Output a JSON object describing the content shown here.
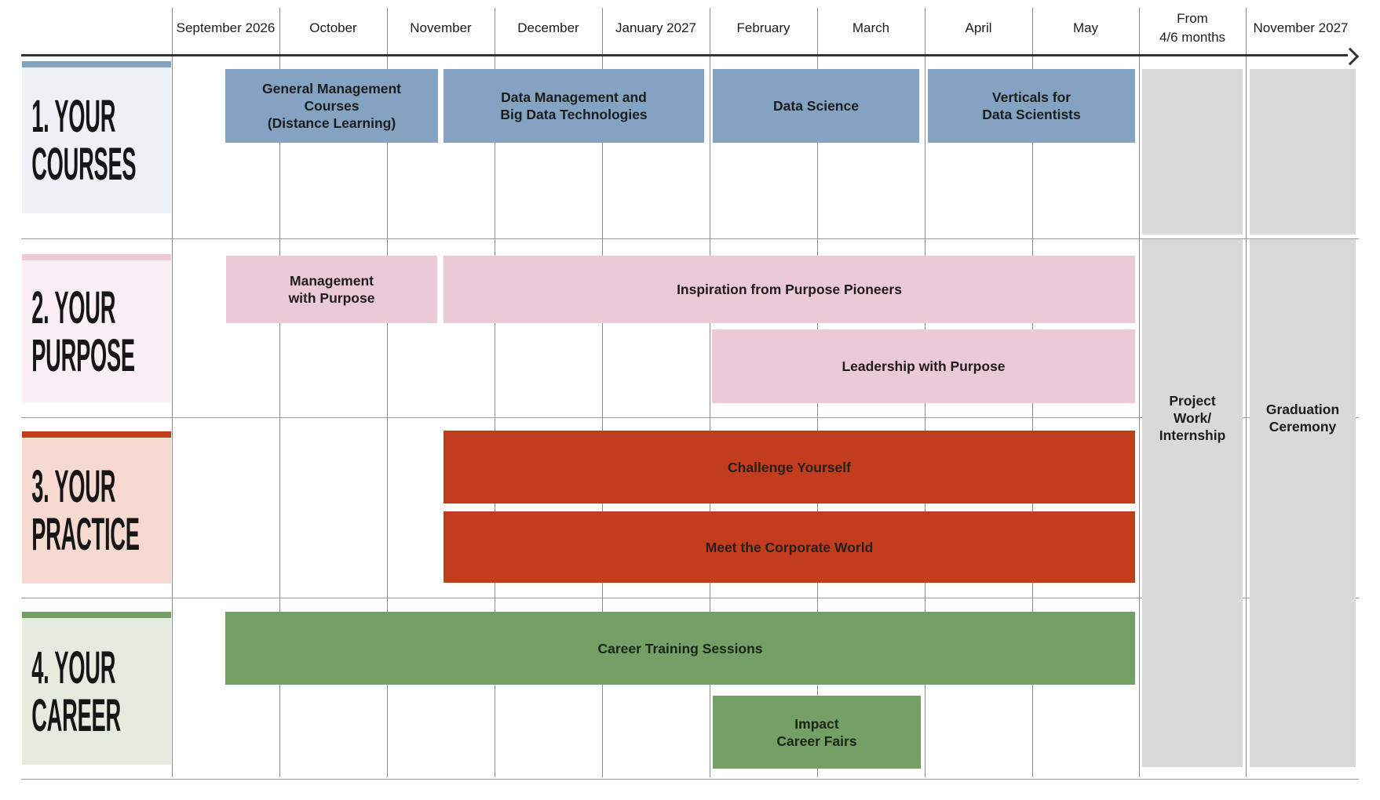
{
  "header": {
    "months": [
      "September 2026",
      "October",
      "November",
      "December",
      "January 2027",
      "February",
      "March",
      "April",
      "May"
    ],
    "from_column_label": "From\n4/6 months",
    "final_column_label": "November 2027"
  },
  "row_labels": [
    {
      "text": "1. YOUR\nCOURSES"
    },
    {
      "text": "2. YOUR\nPURPOSE"
    },
    {
      "text": "3. YOUR\nPRACTICE"
    },
    {
      "text": "4. YOUR\nCAREER"
    }
  ],
  "colors": {
    "blue_bar": "#84a3c2",
    "pink_bar": "#ecc9d6",
    "red_bar": "#c43c1e",
    "green_bar": "#74a065",
    "row1_bg": "#eef2f7",
    "row2_bg": "#faeff4",
    "row3_bg": "#f6d9d1",
    "row4_bg": "#e4ecdf",
    "gray_column": "#d9d9d9",
    "grid_line": "#8c8c8c",
    "axis_line": "#333333",
    "text": "#1d1d1d"
  },
  "chart_data": {
    "type": "gantt",
    "title": "",
    "x_axis": {
      "unit": "month",
      "start": "September 2026",
      "end": "November 2027",
      "categories": [
        "September 2026",
        "October",
        "November",
        "December",
        "January 2027",
        "February",
        "March",
        "April",
        "May",
        "From 4/6 months",
        "November 2027"
      ],
      "month_index_origin": "0 = start of September 2026, 9 = end of May 2027"
    },
    "rows": [
      {
        "name": "1. Your Courses",
        "theme": "blue",
        "bars": [
          {
            "label": "General Management\nCourses\n(Distance Learning)",
            "start_month": 0.5,
            "end_month": 2.5,
            "start": "mid-September 2026",
            "end": "mid-November 2026"
          },
          {
            "label": "Data Management and\nBig Data Technologies",
            "start_month": 2.5,
            "end_month": 5.0,
            "start": "mid-November 2026",
            "end": "end of January 2027"
          },
          {
            "label": "Data Science",
            "start_month": 5.0,
            "end_month": 7.0,
            "start": "February 2027",
            "end": "end of March 2027"
          },
          {
            "label": "Verticals for\nData Scientists",
            "start_month": 7.0,
            "end_month": 9.0,
            "start": "April 2027",
            "end": "end of May 2027"
          }
        ]
      },
      {
        "name": "2. Your Purpose",
        "theme": "pink",
        "bars": [
          {
            "label": "Management\nwith Purpose",
            "start_month": 0.5,
            "end_month": 2.5,
            "start": "mid-September 2026",
            "end": "mid-November 2026"
          },
          {
            "label": "Inspiration from Purpose Pioneers",
            "start_month": 2.5,
            "end_month": 9.0,
            "start": "mid-November 2026",
            "end": "end of May 2027"
          },
          {
            "label": "Leadership with Purpose",
            "start_month": 5.0,
            "end_month": 9.0,
            "start": "February 2027",
            "end": "end of May 2027"
          }
        ]
      },
      {
        "name": "3. Your Practice",
        "theme": "red",
        "bars": [
          {
            "label": "Challenge Yourself",
            "start_month": 2.5,
            "end_month": 9.0,
            "start": "mid-November 2026",
            "end": "end of May 2027"
          },
          {
            "label": "Meet the Corporate World",
            "start_month": 2.5,
            "end_month": 9.0,
            "start": "mid-November 2026",
            "end": "end of May 2027"
          }
        ]
      },
      {
        "name": "4. Your Career",
        "theme": "green",
        "bars": [
          {
            "label": "Career Training Sessions",
            "start_month": 0.5,
            "end_month": 9.0,
            "start": "mid-September 2026",
            "end": "end of May 2027"
          },
          {
            "label": "Impact\nCareer Fairs",
            "start_month": 5.0,
            "end_month": 7.0,
            "start": "February 2027",
            "end": "end of March 2027"
          }
        ]
      }
    ],
    "post_phases": [
      {
        "label": "Project\nWork/\nInternship",
        "column": "From 4/6 months"
      },
      {
        "label": "Graduation\nCeremony",
        "column": "November 2027"
      }
    ]
  }
}
